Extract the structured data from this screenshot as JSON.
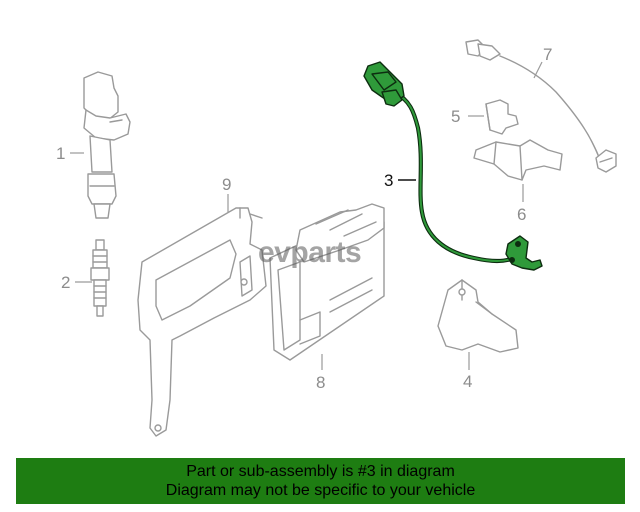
{
  "diagram": {
    "callouts": {
      "p1": "1",
      "p2": "2",
      "p3": "3",
      "p4": "4",
      "p5": "5",
      "p6": "6",
      "p7": "7",
      "p8": "8",
      "p9": "9"
    },
    "highlighted_part": "3",
    "highlight_color": "#2f9a3a",
    "watermark": "evparts"
  },
  "banner": {
    "line1": "Part or sub-assembly is #3 in diagram",
    "line2": "Diagram may not be specific to your vehicle",
    "background": "#1e7d12"
  }
}
